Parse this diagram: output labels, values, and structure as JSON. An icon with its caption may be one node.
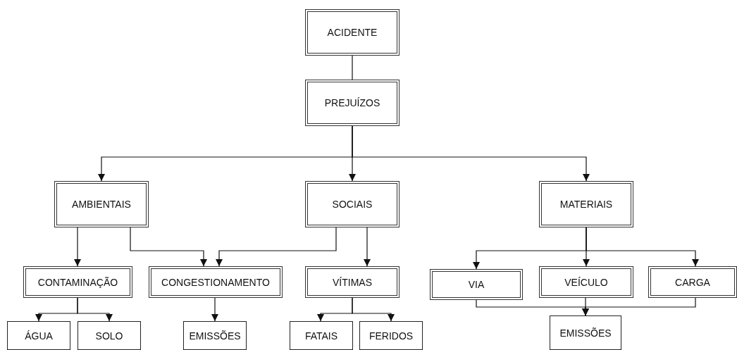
{
  "diagram": {
    "nodes": [
      {
        "text": [
          "ACIDENTE"
        ]
      },
      {
        "text": [
          "PREJUÍZOS"
        ]
      },
      {
        "text": [
          "AMBIENTAIS"
        ]
      },
      {
        "text": [
          "SOCIAIS"
        ]
      },
      {
        "text": [
          "MATERIAIS"
        ]
      },
      {
        "text": [
          "CONTAMINAÇÃO"
        ]
      },
      {
        "text": [
          "CONGESTIONAMENTO"
        ]
      },
      {
        "text": [
          "VÍTIMAS"
        ]
      },
      {
        "text": [
          "VIA"
        ]
      },
      {
        "text": [
          "VEÍCULO"
        ]
      },
      {
        "text": [
          "CARGA"
        ]
      },
      {
        "text": [
          "ÁGUA"
        ]
      },
      {
        "text": [
          "SOLO"
        ]
      },
      {
        "text": [
          "EMISSÕES"
        ]
      },
      {
        "text": [
          "FATAIS"
        ]
      },
      {
        "text": [
          "FERIDOS"
        ]
      },
      {
        "text": [
          "EMISSÕES"
        ]
      }
    ],
    "edges": [
      {
        "from": 0,
        "to": 1,
        "arrow": "none"
      },
      {
        "from": 1,
        "to": 2,
        "arrow": "to"
      },
      {
        "from": 1,
        "to": 3,
        "arrow": "to"
      },
      {
        "from": 1,
        "to": 4,
        "arrow": "to"
      },
      {
        "from": 2,
        "to": 5,
        "arrow": "to"
      },
      {
        "from": 2,
        "to": 6,
        "arrow": "to"
      },
      {
        "from": 3,
        "to": 6,
        "arrow": "to"
      },
      {
        "from": 3,
        "to": 7,
        "arrow": "to"
      },
      {
        "from": 4,
        "to": 8,
        "arrow": "to"
      },
      {
        "from": 4,
        "to": 9,
        "arrow": "to"
      },
      {
        "from": 4,
        "to": 10,
        "arrow": "to"
      },
      {
        "from": 5,
        "to": 11,
        "arrow": "to"
      },
      {
        "from": 5,
        "to": 12,
        "arrow": "to"
      },
      {
        "from": 6,
        "to": 13,
        "arrow": "to"
      },
      {
        "from": 7,
        "to": 14,
        "arrow": "to"
      },
      {
        "from": 7,
        "to": 15,
        "arrow": "to"
      },
      {
        "from": 8,
        "to": 16,
        "arrow": "to"
      },
      {
        "from": 9,
        "to": 16,
        "arrow": "to"
      },
      {
        "from": 10,
        "to": 16,
        "arrow": "to"
      }
    ]
  }
}
